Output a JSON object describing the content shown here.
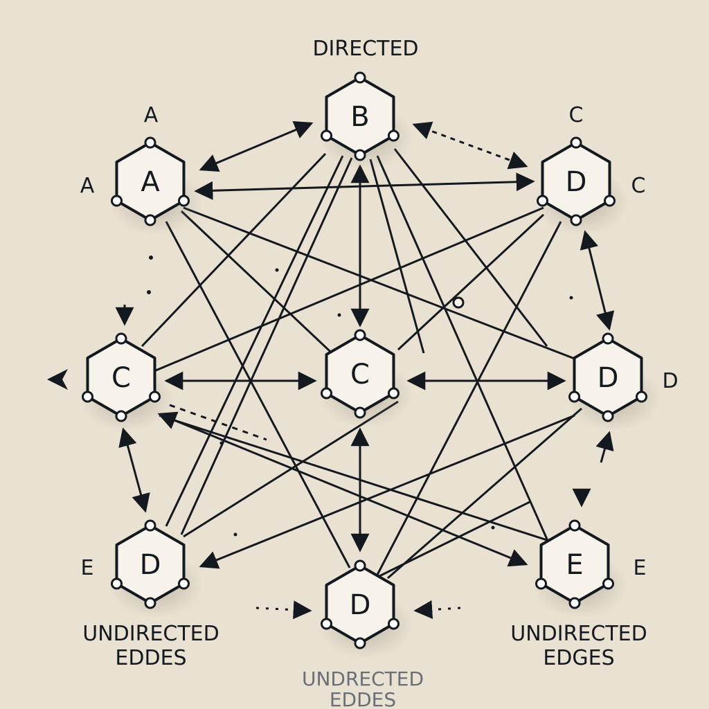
{
  "title": "DIRECTED",
  "nodes": [
    {
      "id": "nB",
      "label": "B"
    },
    {
      "id": "nA",
      "label": "A"
    },
    {
      "id": "nC1",
      "label": "D"
    },
    {
      "id": "nC2",
      "label": "C"
    },
    {
      "id": "nC3",
      "label": "C"
    },
    {
      "id": "nD1",
      "label": "D"
    },
    {
      "id": "nD2",
      "label": "D"
    },
    {
      "id": "nD3",
      "label": "D"
    },
    {
      "id": "nE",
      "label": "E"
    }
  ],
  "side_labels": {
    "a_top": "A",
    "a_left": "A",
    "c_top": "C",
    "c_right": "C",
    "d_right": "D",
    "e_left": "E",
    "e_right": "E"
  },
  "captions": {
    "left_line1": "UNDIRECTED",
    "left_line2": "EDDES",
    "right_line1": "UNDIRECTED",
    "right_line2": "EDGES",
    "bottom_line1": "UNDRECTED",
    "bottom_line2": "EDDES"
  },
  "colors": {
    "background": "#e9e2d3",
    "ink": "#14181f",
    "node_fill": "#f7f3ea"
  }
}
